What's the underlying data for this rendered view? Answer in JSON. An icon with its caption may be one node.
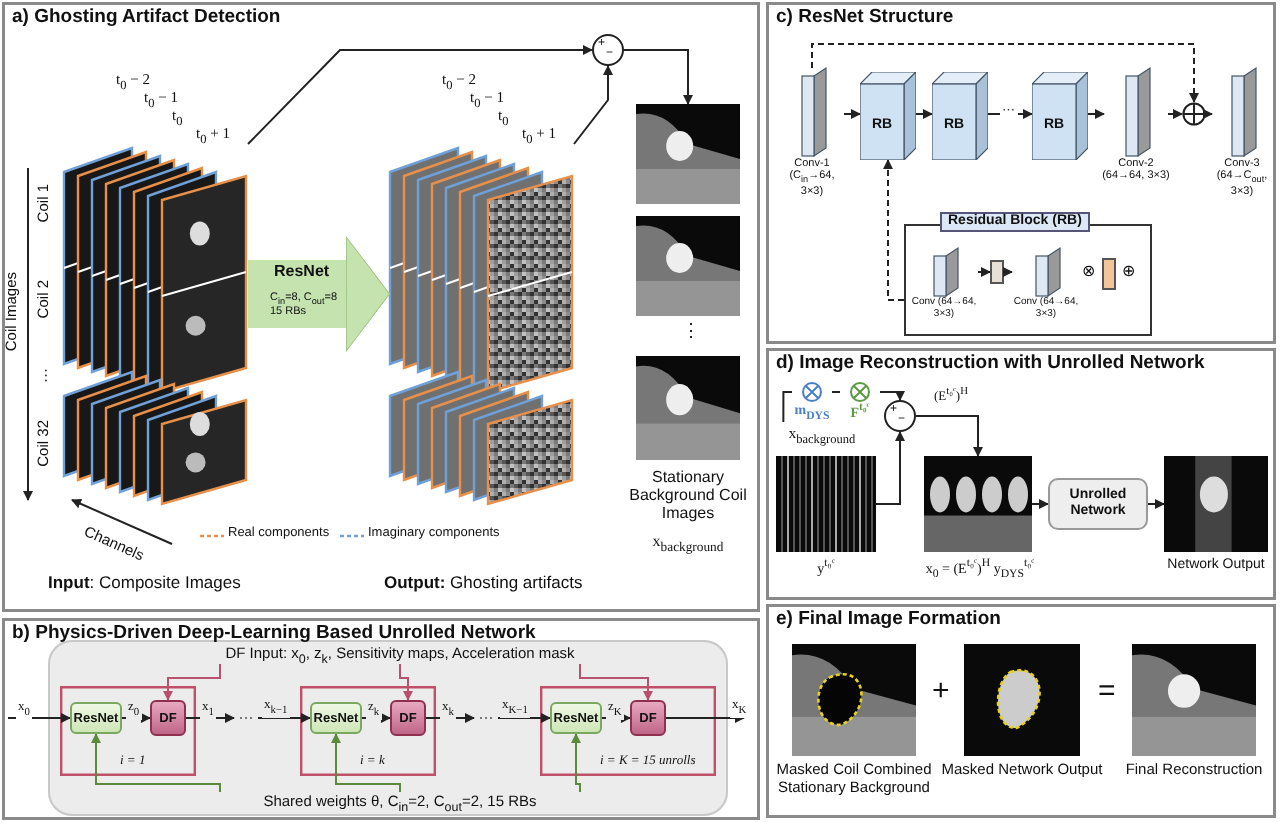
{
  "diagram": {
    "nodes": [
      {
        "text": [
          "a) Ghosting Artifact Detection"
        ]
      },
      {
        "text": [],
        "shape": "picture",
        "in": 0
      },
      {
        "text": [],
        "shape": "picture",
        "in": 0
      },
      {
        "text": [
          "+",
          "−"
        ],
        "in": 0
      },
      {
        "text": [],
        "shape": "picture",
        "in": 0
      },
      {
        "text": [],
        "shape": "picture",
        "in": 0
      },
      {
        "text": [],
        "shape": "picture",
        "in": 0,
        "beside": [
          "Stationary Background Coil Images",
          "x$_{background}$"
        ]
      },
      {
        "text": [
          "b) Physics-Driven Deep-Learning Based Unrolled Network"
        ]
      },
      {
        "text": [],
        "shape": "box",
        "in": 7
      },
      {
        "text": [
          "DF Input: x$_{0}$, z$_{k}$, Sensitivity maps, Acceleration mask"
        ],
        "in": 8
      },
      {
        "text": [
          "i = 1"
        ],
        "in": 8
      },
      {
        "text": [
          "ResNet"
        ],
        "in": 10
      },
      {
        "text": [
          "DF"
        ],
        "in": 10
      },
      {
        "text": [
          "···"
        ],
        "in": 8
      },
      {
        "text": [
          "i = k"
        ],
        "in": 8
      },
      {
        "text": [
          "ResNet"
        ],
        "in": 14
      },
      {
        "text": [
          "DF"
        ],
        "in": 14
      },
      {
        "text": [
          "···"
        ],
        "in": 8
      },
      {
        "text": [
          "i = K = 15 unrolls"
        ],
        "in": 8
      },
      {
        "text": [
          "ResNet"
        ],
        "in": 18
      },
      {
        "text": [
          "DF"
        ],
        "in": 18
      },
      {
        "text": [
          "Shared weights θ, C$_{in}$=2, C$_{out}$=2, 15 RBs"
        ],
        "in": 8
      },
      {
        "text": [
          "c) ResNet Structure"
        ]
      },
      {
        "text": [
          "Conv-1 (C$_{in}$→64, 3×3)"
        ],
        "in": 22
      },
      {
        "text": [
          "RB"
        ],
        "in": 22
      },
      {
        "text": [
          "RB"
        ],
        "in": 22
      },
      {
        "text": [
          "RB"
        ],
        "in": 22
      },
      {
        "text": [
          "Conv-2 (64→64, 3×3)"
        ],
        "in": 22
      },
      {
        "text": [],
        "shape": "circle",
        "in": 22
      },
      {
        "text": [
          "Conv-3 (64→C$_{out}$, 3×3)"
        ],
        "in": 22
      },
      {
        "text": [
          "Residual Block (RB)"
        ],
        "in": 22
      },
      {
        "text": [
          "Conv (64→64, 3×3)"
        ],
        "in": 30
      },
      {
        "text": [],
        "shape": "box",
        "in": 30
      },
      {
        "text": [
          "Conv (64→64, 3×3)"
        ],
        "in": 30
      },
      {
        "text": [],
        "shape": "box",
        "in": 30
      },
      {
        "text": [
          "d) Image Reconstruction with Unrolled Network"
        ]
      },
      {
        "text": [
          "x$_{background}$"
        ],
        "in": 35
      },
      {
        "text": [
          "m$_{DYS}$"
        ],
        "in": 35
      },
      {
        "text": [
          "F$^{t₀ᶜ}$"
        ],
        "in": 35
      },
      {
        "text": [
          "+",
          "−"
        ],
        "in": 35
      },
      {
        "text": [],
        "shape": "picture",
        "in": 35,
        "beside": [
          "y$^{t₀ᶜ}$"
        ]
      },
      {
        "text": [],
        "shape": "picture",
        "in": 35,
        "beside": [
          "x$_{0}$ = (E$^{t₀ᶜ}$)$^{H}$ y$_{DYS}$$^{t₀ᶜ}$"
        ]
      },
      {
        "text": [
          "Unrolled Network"
        ],
        "in": 35
      },
      {
        "text": [],
        "shape": "picture",
        "in": 35,
        "beside": [
          "Network Output"
        ]
      },
      {
        "text": [
          "e) Final Image Formation"
        ]
      },
      {
        "text": [],
        "shape": "picture",
        "in": 44,
        "beside": [
          "Masked Coil Combined Stationary Background"
        ]
      },
      {
        "text": [],
        "shape": "picture",
        "in": 44,
        "beside": [
          "Masked Network Output"
        ]
      },
      {
        "text": [],
        "shape": "picture",
        "in": 44,
        "beside": [
          "Final Reconstruction"
        ]
      }
    ],
    "edges": [
      {
        "from": 1,
        "to": 2,
        "arrow": "to",
        "label": "ResNet",
        "style": "thick",
        "color": "#c4e3ae"
      },
      {
        "from": 1,
        "to": 3,
        "arrow": "to"
      },
      {
        "from": 2,
        "to": 3,
        "arrow": "to"
      },
      {
        "from": 3,
        "to": 4,
        "arrow": "to"
      },
      {
        "from": null,
        "to": 11,
        "arrow": "to",
        "label": "x$_{0}$"
      },
      {
        "from": 11,
        "to": 12,
        "arrow": "to",
        "label": "z$_{0}$"
      },
      {
        "from": 12,
        "to": 13,
        "arrow": "to",
        "label": "x$_{1}$"
      },
      {
        "from": 13,
        "to": 15,
        "arrow": "to",
        "label": "x$_{k−1}$"
      },
      {
        "from": 15,
        "to": 16,
        "arrow": "to",
        "label": "z$_{k}$"
      },
      {
        "from": 16,
        "to": 17,
        "arrow": "to",
        "label": "x$_{k}$"
      },
      {
        "from": 17,
        "to": 19,
        "arrow": "to",
        "label": "x$_{K−1}$"
      },
      {
        "from": 19,
        "to": 20,
        "arrow": "to",
        "label": "z$_{K}$"
      },
      {
        "from": 20,
        "to": null,
        "arrow": "to",
        "label": "x$_{K}$"
      },
      {
        "from": 9,
        "to": 12,
        "arrow": "to",
        "color": "#b8506e"
      },
      {
        "from": 9,
        "to": 16,
        "arrow": "to",
        "color": "#b8506e"
      },
      {
        "from": 9,
        "to": 20,
        "arrow": "to",
        "color": "#b8506e"
      },
      {
        "from": 21,
        "to": 11,
        "arrow": "to",
        "color": "#5a8a3a"
      },
      {
        "from": 21,
        "to": 15,
        "arrow": "to",
        "color": "#5a8a3a"
      },
      {
        "from": 21,
        "to": 19,
        "arrow": "to",
        "color": "#5a8a3a"
      },
      {
        "from": 23,
        "to": 24,
        "arrow": "to"
      },
      {
        "from": 24,
        "to": 25,
        "arrow": "to"
      },
      {
        "from": 25,
        "to": 26,
        "arrow": "to",
        "label": "···"
      },
      {
        "from": 26,
        "to": 27,
        "arrow": "to"
      },
      {
        "from": 27,
        "to": 28,
        "arrow": "to"
      },
      {
        "from": 28,
        "to": 29,
        "arrow": "to"
      },
      {
        "from": 23,
        "to": 28,
        "arrow": "to",
        "style": "dashed"
      },
      {
        "from": 30,
        "to": 24,
        "arrow": "to",
        "style": "dashed"
      },
      {
        "from": 31,
        "to": 32,
        "arrow": "to"
      },
      {
        "from": 32,
        "to": 33,
        "arrow": "to"
      },
      {
        "from": 36,
        "to": 37,
        "arrow": "none"
      },
      {
        "from": 37,
        "to": 38,
        "arrow": "none"
      },
      {
        "from": 38,
        "to": 39,
        "arrow": "to"
      },
      {
        "from": 40,
        "to": 39,
        "arrow": "to"
      },
      {
        "from": 39,
        "to": 41,
        "arrow": "to",
        "label": "(E$^{t₀ᶜ}$)$^{H}$"
      },
      {
        "from": 41,
        "to": 42,
        "arrow": "to"
      },
      {
        "from": 42,
        "to": 43,
        "arrow": "to"
      }
    ],
    "labels": [
      "t$_{0}$ − 2",
      "t$_{0}$ − 1",
      "t$_{0}$",
      "t$_{0}$ + 1",
      "t$_{0}$ − 2",
      "t$_{0}$ − 1",
      "t$_{0}$",
      "t$_{0}$ + 1",
      "Coil 1",
      "Coil 2",
      "···",
      "Coil 32",
      "Coil Images",
      "C$_{in}$=8, C$_{out}$=8 15 RBs",
      "Channels",
      "**Input**: Composite Images",
      "**Output:** Ghosting artifacts",
      "⋮",
      "⊗",
      "⊕",
      "+",
      "="
    ],
    "legend": [
      {
        "text": "Real components"
      },
      {
        "text": "Imaginary components"
      }
    ]
  }
}
